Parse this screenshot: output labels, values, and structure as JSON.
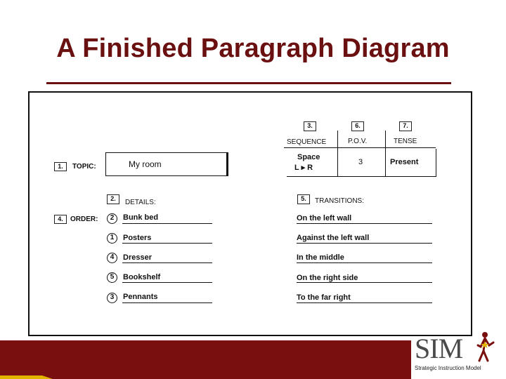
{
  "title": "A Finished Paragraph Diagram",
  "colors": {
    "accent": "#6b1010",
    "band": "#7a0f0f",
    "gold": "#e0b400"
  },
  "topic": {
    "num": "1.",
    "label": "TOPIC:",
    "value": "My room"
  },
  "sequence": {
    "num": "3.",
    "header": "SEQUENCE",
    "line1": "Space",
    "line2": "L ▸ R"
  },
  "pov": {
    "num": "6.",
    "header": "P.O.V.",
    "value": "3"
  },
  "tense": {
    "num": "7.",
    "header": "TENSE",
    "value": "Present"
  },
  "details": {
    "num": "2.",
    "label": "DETAILS:"
  },
  "transitions": {
    "num": "5.",
    "label": "TRANSITIONS:"
  },
  "order": {
    "num": "4.",
    "label": "ORDER:"
  },
  "rows": [
    {
      "order": "2",
      "detail": "Bunk bed",
      "transition": "On the left wall"
    },
    {
      "order": "1",
      "detail": "Posters",
      "transition": "Against the left wall"
    },
    {
      "order": "4",
      "detail": "Dresser",
      "transition": "In the middle"
    },
    {
      "order": "5",
      "detail": "Bookshelf",
      "transition": "On the right side"
    },
    {
      "order": "3",
      "detail": "Pennants",
      "transition": "To the far right"
    }
  ],
  "logo": {
    "mark": "SIM",
    "tagline": "Strategic Instruction Model"
  }
}
